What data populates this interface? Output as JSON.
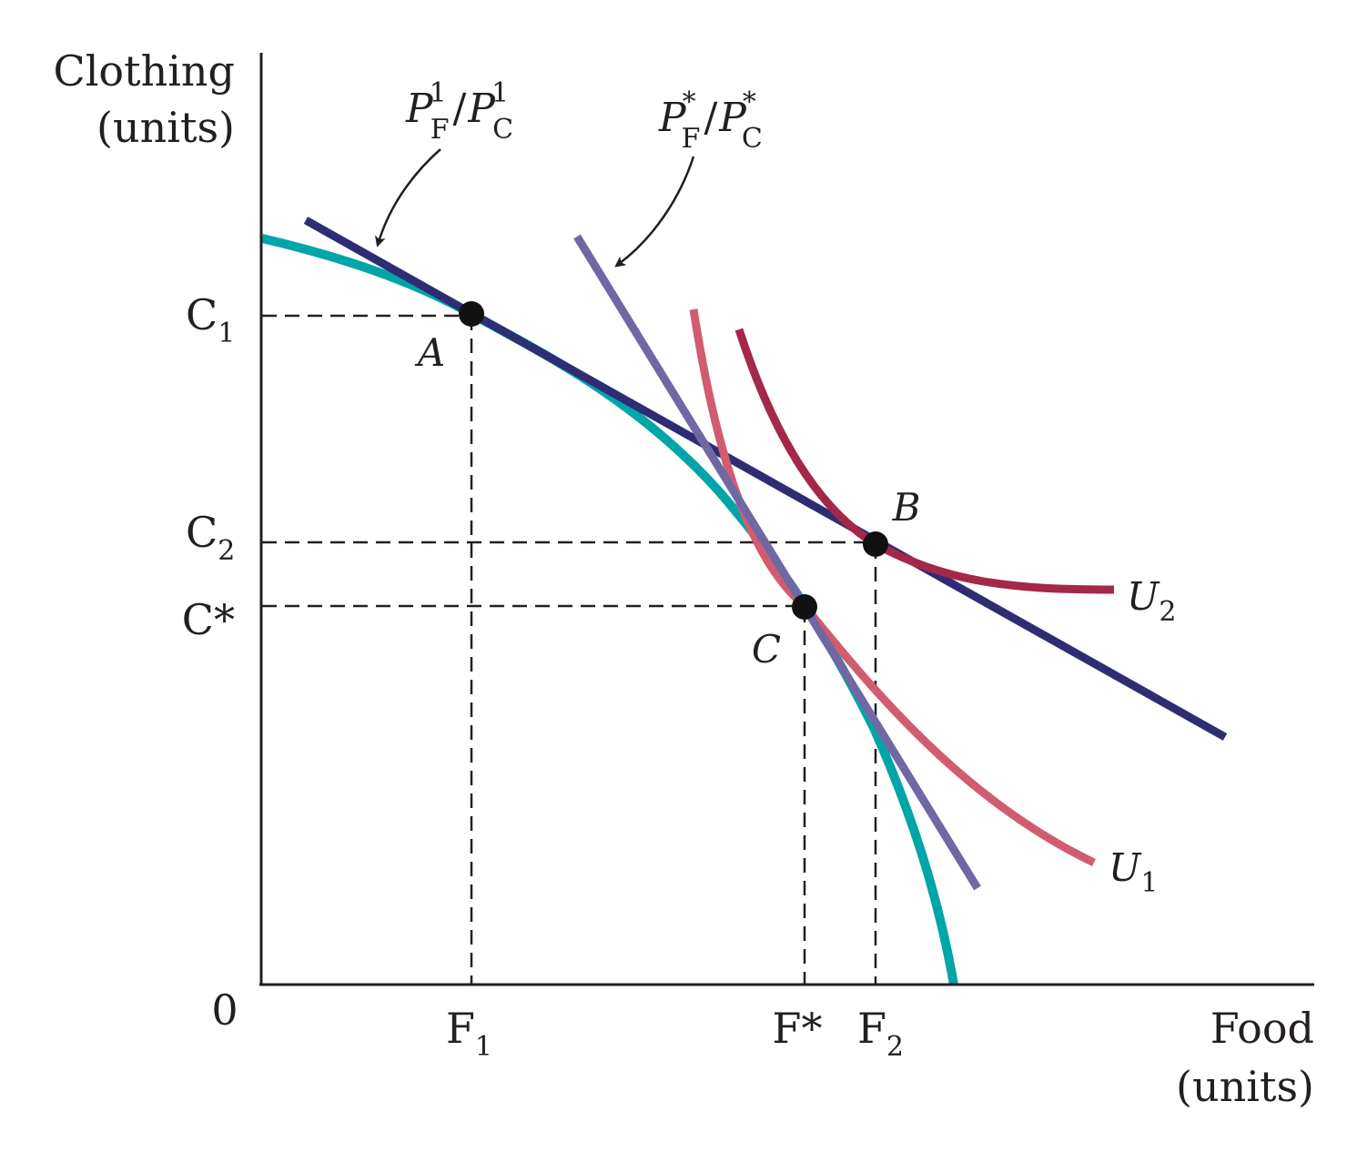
{
  "axes": {
    "y_label_line1": "Clothing",
    "y_label_line2": "(units)",
    "x_label_line1": "Food",
    "x_label_line2": "(units)",
    "origin": "0"
  },
  "ticks": {
    "C1": {
      "main": "C",
      "sub": "1"
    },
    "C2": {
      "main": "C",
      "sub": "2"
    },
    "Cstar": {
      "main": "C*"
    },
    "F1": {
      "main": "F",
      "sub": "1"
    },
    "Fstar": {
      "main": "F*"
    },
    "F2": {
      "main": "F",
      "sub": "2"
    }
  },
  "points": {
    "A": "A",
    "B": "B",
    "C": "C"
  },
  "curves": {
    "U1": {
      "main": "U",
      "sub": "1"
    },
    "U2": {
      "main": "U",
      "sub": "2"
    }
  },
  "price_lines": {
    "initial": {
      "P": "P",
      "sub_num": "F",
      "sup_num": "1",
      "slash": "/",
      "sub_den": "C",
      "sup_den": "1"
    },
    "star": {
      "P": "P",
      "sub_num": "F",
      "sup_num": "*",
      "slash": "/",
      "sub_den": "C",
      "sup_den": "*"
    }
  },
  "colors": {
    "axis": "#231f20",
    "ppf": "#00a5a8",
    "price_line_1": "#2e2d73",
    "price_line_star": "#6f68a2",
    "U1": "#d05d6f",
    "U2": "#a3284a",
    "points": "#111111"
  }
}
